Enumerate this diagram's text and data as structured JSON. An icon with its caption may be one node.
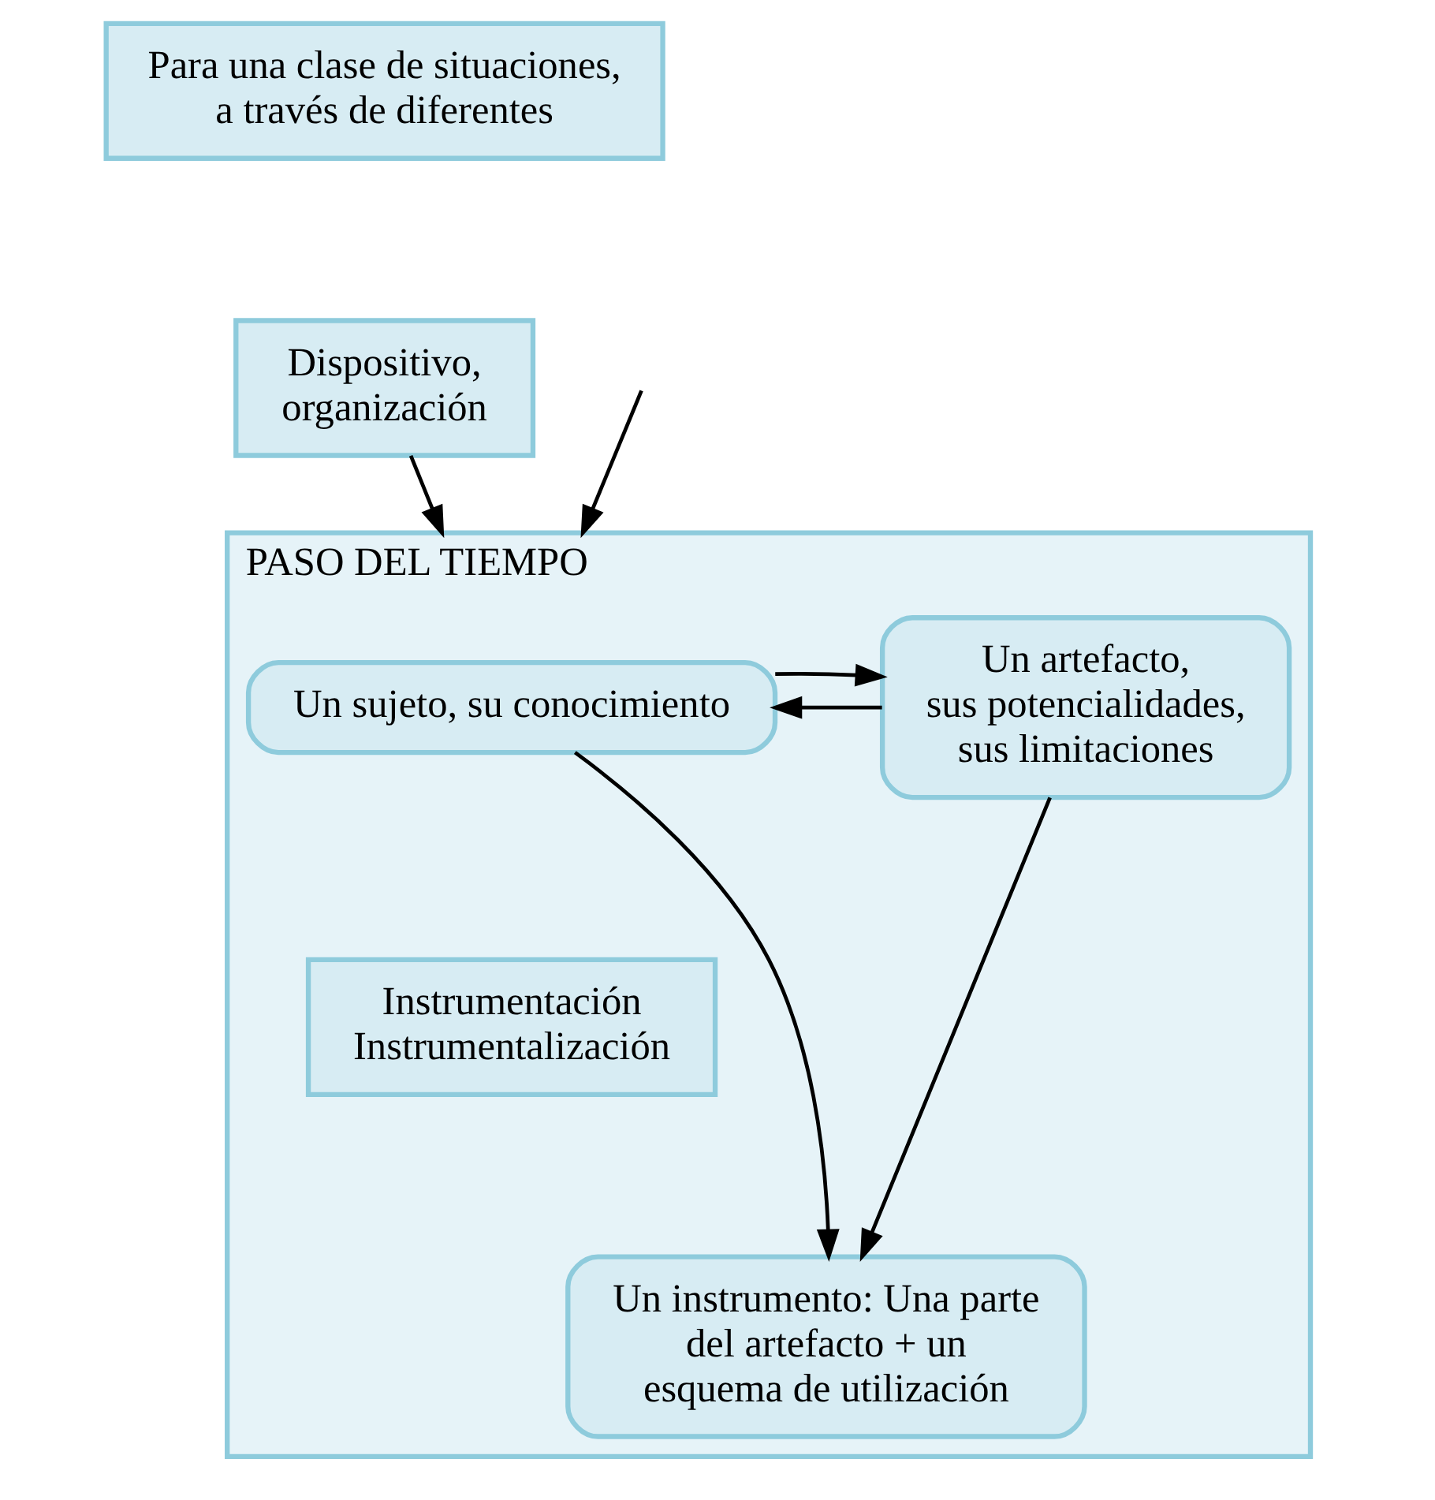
{
  "diagram": {
    "nodes": [
      {
        "text": [
          "Para una clase de situaciones, a través de diferentes"
        ]
      },
      {
        "text": [
          "Dispositivo, organización"
        ]
      },
      {
        "text": [
          "PASO DEL TIEMPO"
        ]
      },
      {
        "text": [
          "Un sujeto, su conocimiento"
        ],
        "in": 2
      },
      {
        "text": [
          "Un artefacto, sus potencialidades, sus limitaciones"
        ],
        "in": 2
      },
      {
        "text": [
          "Instrumentación Instrumentalización"
        ],
        "in": 2
      },
      {
        "text": [
          "Un instrumento: Una parte del artefacto + un esquema de utilización"
        ],
        "in": 2
      }
    ],
    "edges": [
      {
        "from": 1,
        "to": 2,
        "arrow": "to"
      },
      {
        "from": null,
        "to": 2,
        "arrow": "to"
      },
      {
        "from": 4,
        "to": 3,
        "arrow": "to"
      },
      {
        "from": 3,
        "to": 4,
        "arrow": "to"
      },
      {
        "from": 3,
        "to": 6,
        "arrow": "to"
      },
      {
        "from": 4,
        "to": 6,
        "arrow": "to"
      }
    ]
  }
}
